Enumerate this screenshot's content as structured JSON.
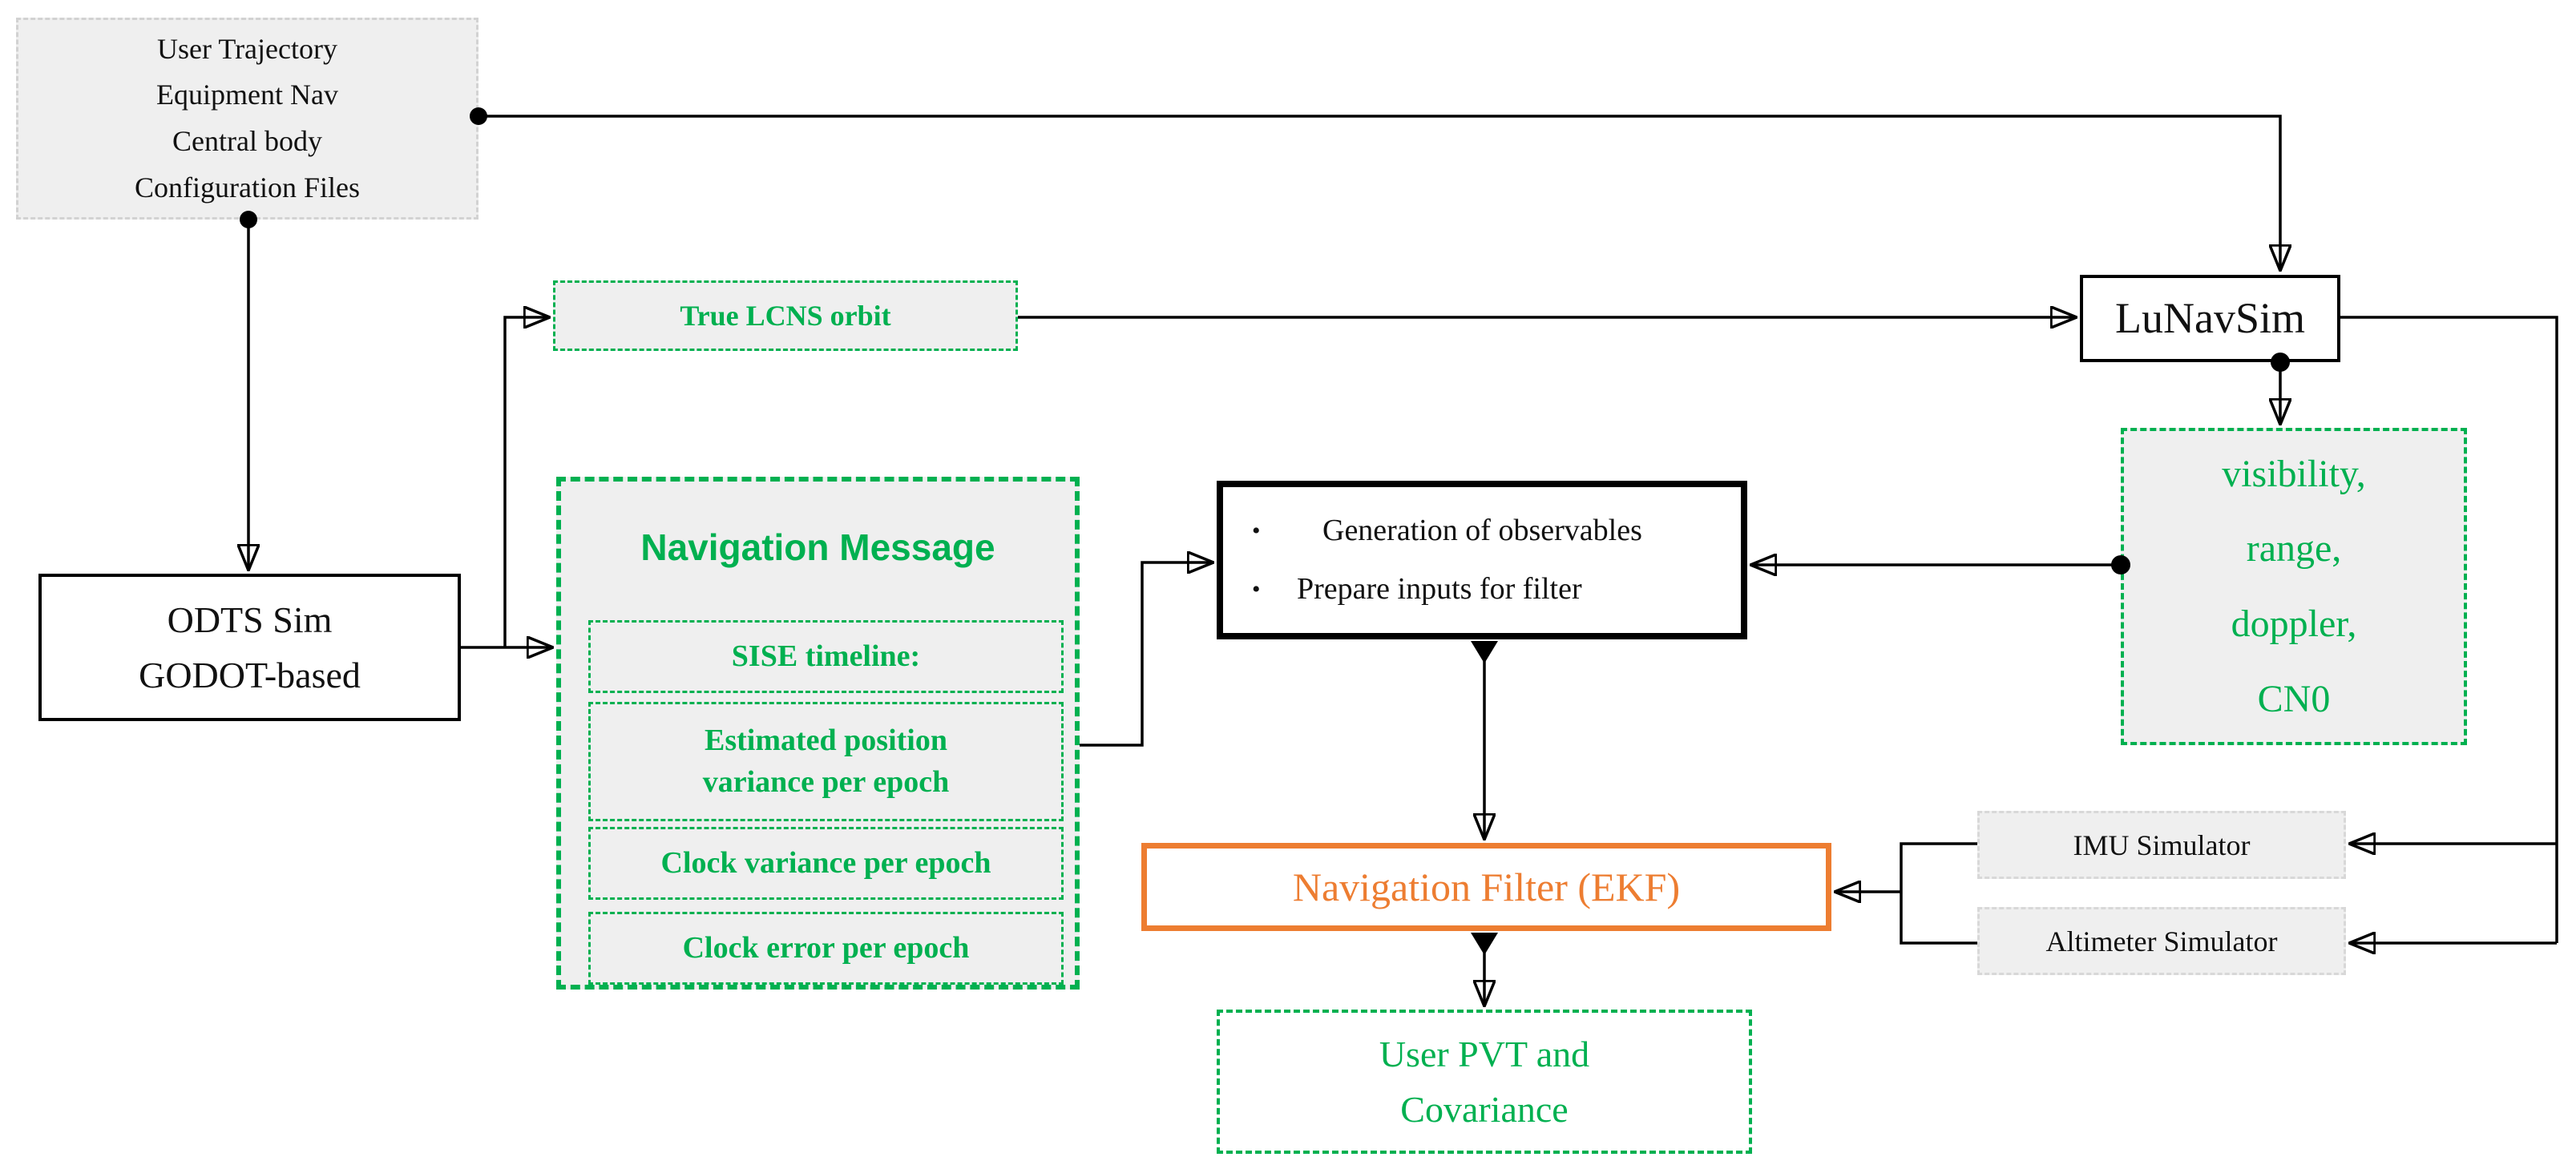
{
  "colors": {
    "green": "#00B050",
    "orange": "#ED7D31",
    "line_black": "#000000",
    "box_gray_fill": "#efefef",
    "gray_dash_border": "#d8d8d8"
  },
  "boxes": {
    "config_files": {
      "lines": [
        "User Trajectory",
        "Equipment Nav",
        "Central body",
        "Configuration Files"
      ]
    },
    "odts": {
      "lines": [
        "ODTS Sim",
        "GODOT-based"
      ]
    },
    "true_lcns": {
      "label": "True LCNS orbit"
    },
    "nav_message": {
      "title": "Navigation Message",
      "items": {
        "sise": {
          "lines": [
            "SISE timeline:"
          ]
        },
        "est_pos": {
          "lines": [
            "Estimated position",
            "variance per epoch"
          ]
        },
        "clock_var": {
          "lines": [
            "Clock variance per epoch"
          ]
        },
        "clock_err": {
          "lines": [
            "Clock error per epoch"
          ]
        }
      }
    },
    "observables": {
      "bullet": "•",
      "items": [
        "Generation of observables",
        "Prepare inputs for filter"
      ]
    },
    "lunavsim": {
      "label": "LuNavSim"
    },
    "visibility": {
      "lines": [
        "visibility,",
        "range,",
        "doppler,",
        "CN0"
      ]
    },
    "ekf": {
      "label": "Navigation Filter (EKF)"
    },
    "imu": {
      "label": "IMU Simulator"
    },
    "altimeter": {
      "label": "Altimeter Simulator"
    },
    "user_pvt": {
      "lines": [
        "User PVT and",
        "Covariance"
      ]
    }
  }
}
